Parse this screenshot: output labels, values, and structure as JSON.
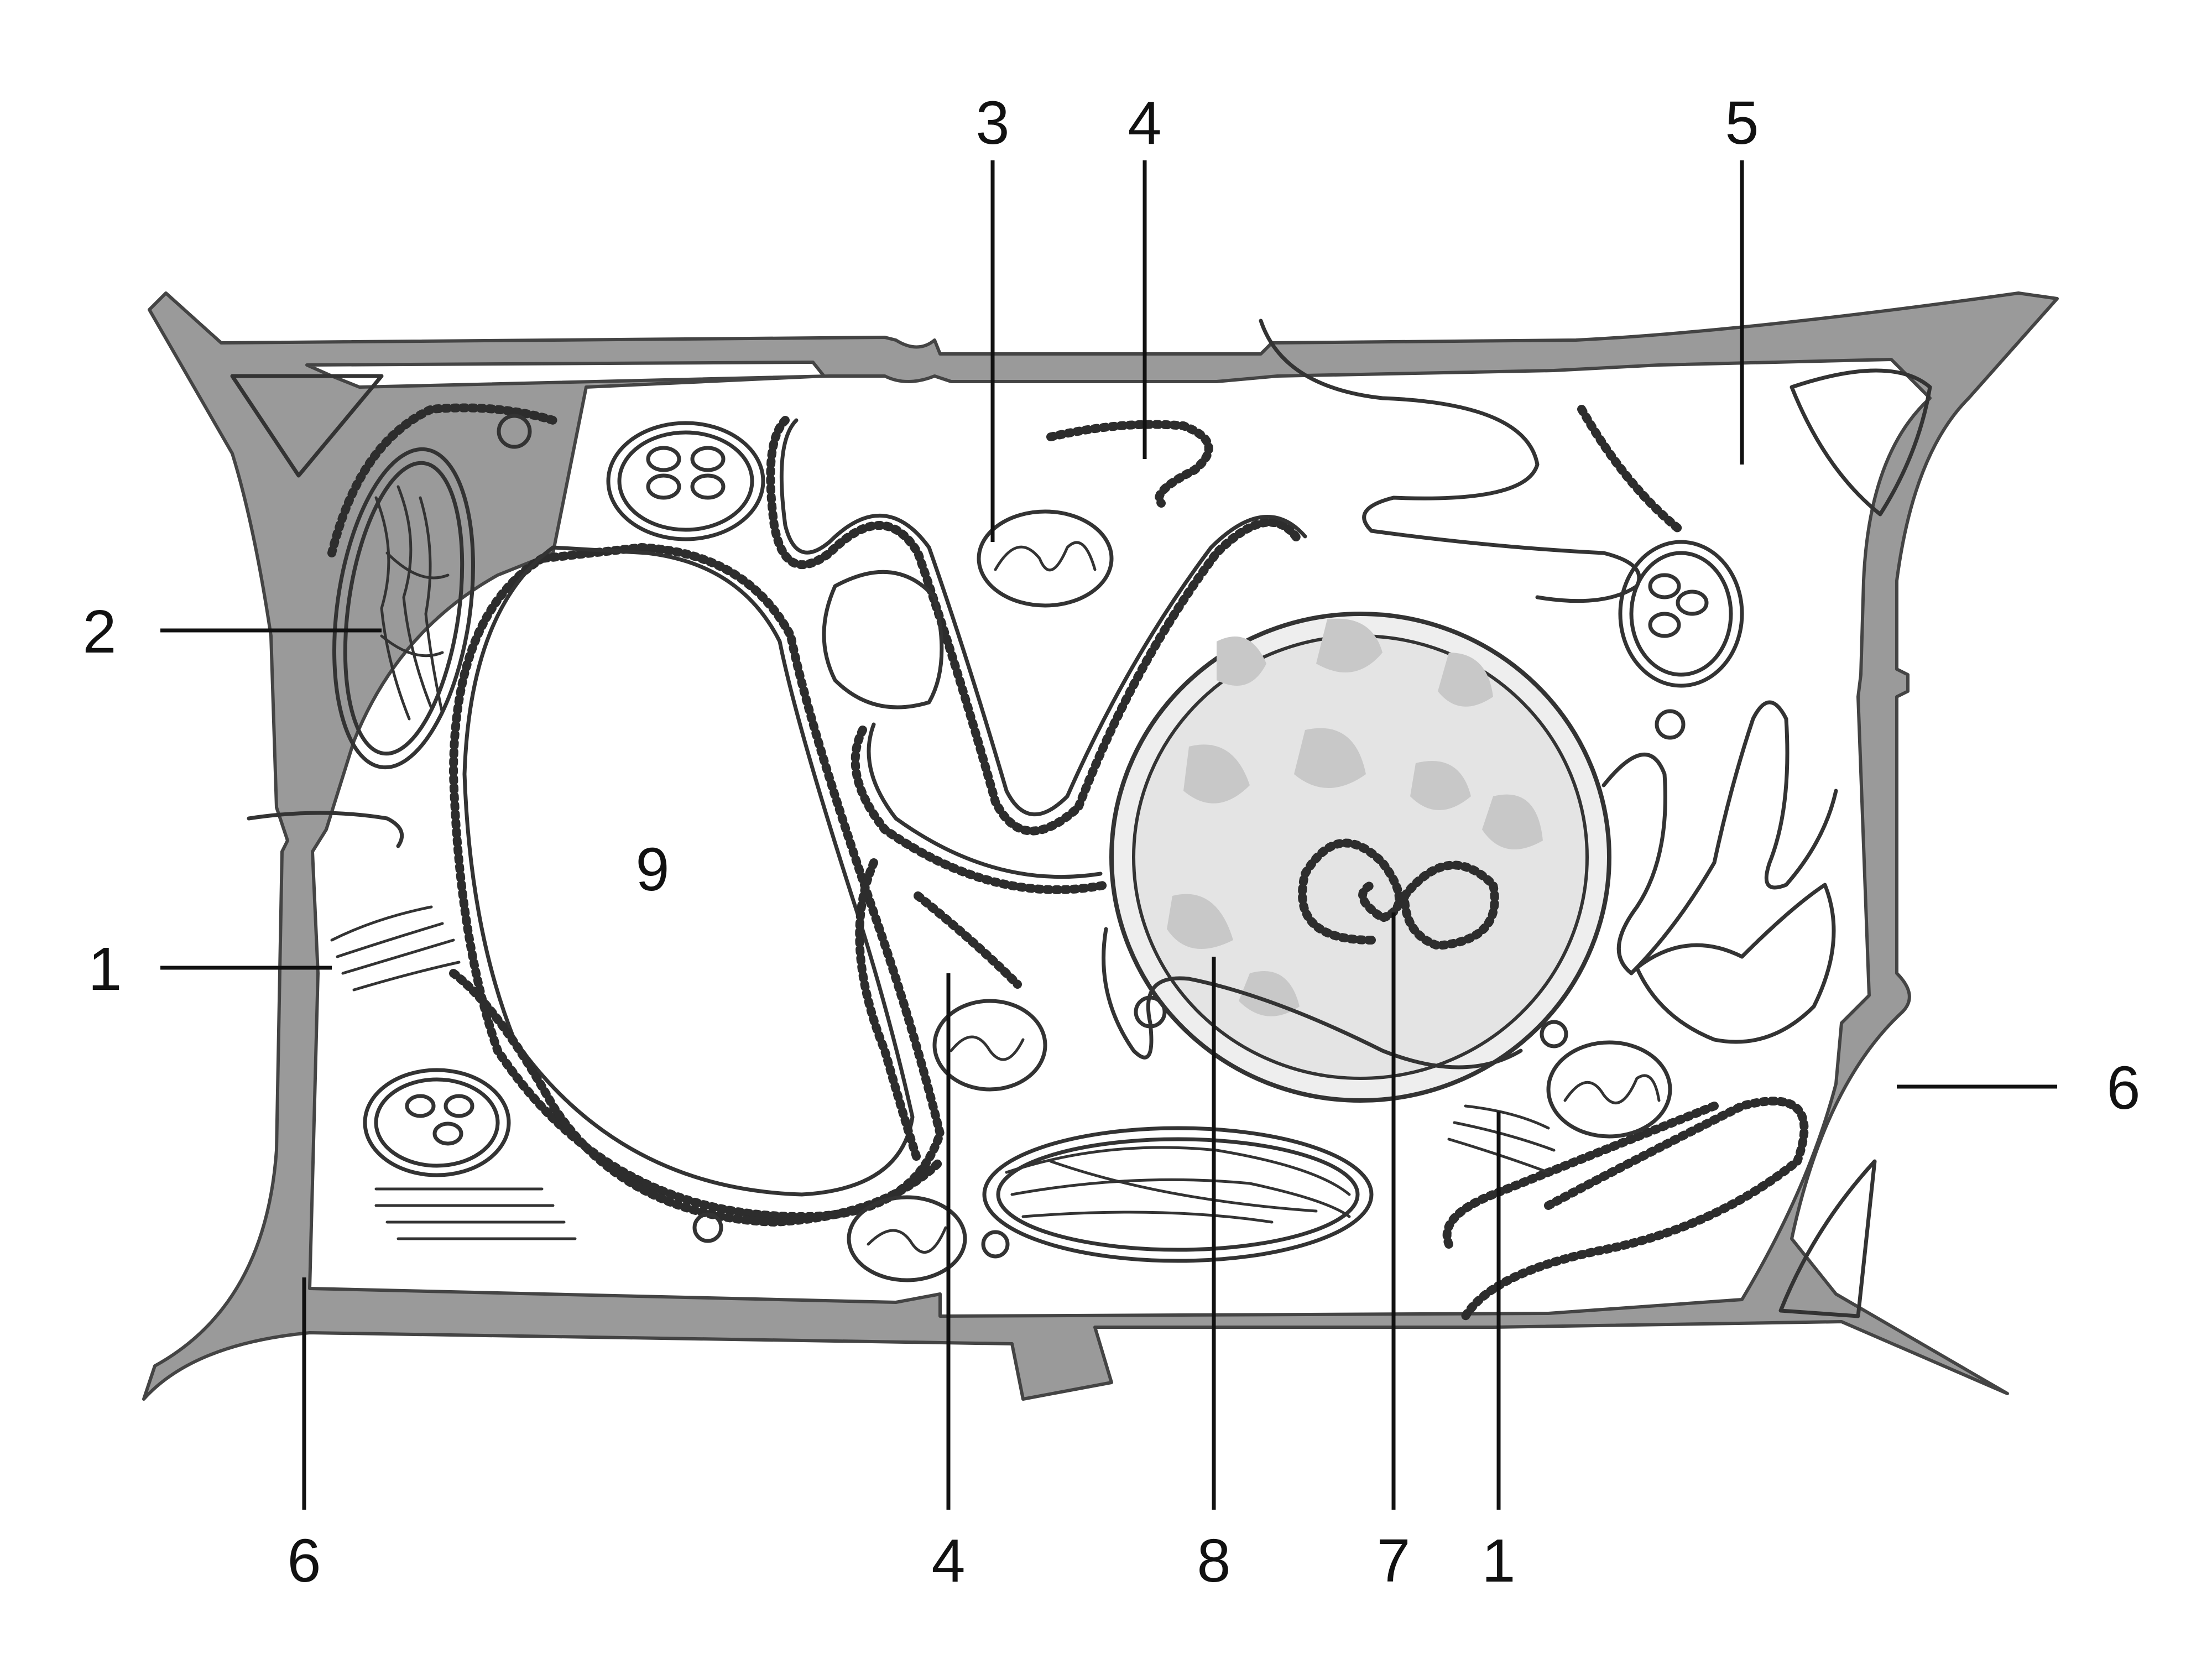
{
  "labels": {
    "l1_left": "1",
    "l2": "2",
    "l3": "3",
    "l4_top": "4",
    "l5": "5",
    "l6_right": "6",
    "l6_bottom": "6",
    "l4_bottom": "4",
    "l8": "8",
    "l7": "7",
    "l1_bottom": "1",
    "l9": "9"
  },
  "colors": {
    "cell_wall": "#9a9a9a",
    "outline": "#333333",
    "nucleus_shade": "#c8c8c8"
  }
}
